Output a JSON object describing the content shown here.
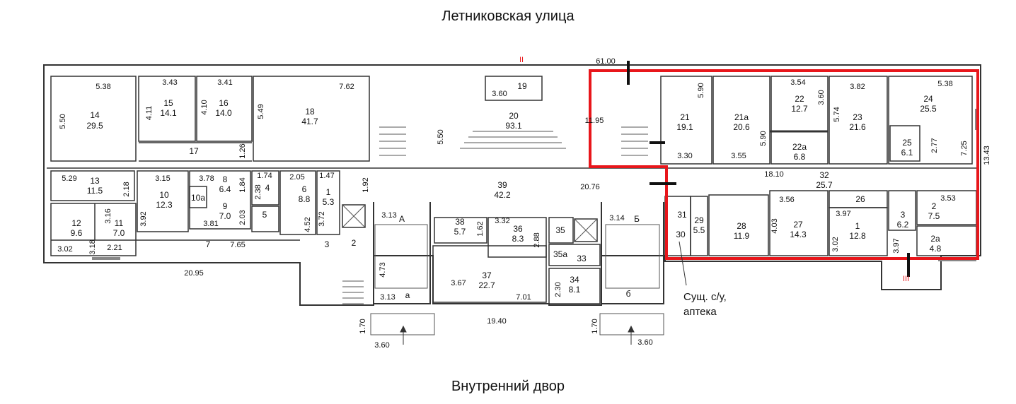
{
  "street_top": "Летниковская улица",
  "street_bottom": "Внутренний двор",
  "note": {
    "line1": "Сущ. с/у,",
    "line2": "аптека"
  },
  "rooms": {
    "r14": [
      "14",
      "29.5"
    ],
    "r15": [
      "15",
      "14.1"
    ],
    "r16": [
      "16",
      "14.0"
    ],
    "r18": [
      "18",
      "41.7"
    ],
    "r19": [
      "19"
    ],
    "r20": [
      "20",
      "93.1"
    ],
    "r21": [
      "21",
      "19.1"
    ],
    "r21a": [
      "21а",
      "20.6"
    ],
    "r22": [
      "22",
      "12.7"
    ],
    "r22a": [
      "22а",
      "6.8"
    ],
    "r23": [
      "23",
      "21.6"
    ],
    "r24": [
      "24",
      "25.5"
    ],
    "r25": [
      "25",
      "6.1"
    ],
    "r13": [
      "13",
      "11.5"
    ],
    "r10": [
      "10",
      "12.3"
    ],
    "r10a": [
      "10а"
    ],
    "r8": [
      "8",
      "6.4"
    ],
    "r9": [
      "9",
      "7.0"
    ],
    "r4": [
      "4"
    ],
    "r5": [
      "5"
    ],
    "r6": [
      "6",
      "8.8"
    ],
    "r1l": [
      "1",
      "5.3"
    ],
    "r12": [
      "12",
      "9.6"
    ],
    "r11": [
      "11",
      "7.0"
    ],
    "r7": [
      "7"
    ],
    "r3": [
      "3"
    ],
    "r2l": [
      "2"
    ],
    "r17": [
      "17"
    ],
    "r39": [
      "39",
      "42.2"
    ],
    "r38": [
      "38",
      "5.7"
    ],
    "r36": [
      "36",
      "8.3"
    ],
    "r37": [
      "37",
      "22.7"
    ],
    "r35": [
      "35"
    ],
    "r35a": [
      "35а"
    ],
    "r33": [
      "33"
    ],
    "r34": [
      "34",
      "8.1"
    ],
    "r31": [
      "31"
    ],
    "r30": [
      "30"
    ],
    "r29": [
      "29",
      "5.5"
    ],
    "r28": [
      "28",
      "11.9"
    ],
    "r27": [
      "27",
      "14.3"
    ],
    "r1r": [
      "1",
      "12.8"
    ],
    "r32": [
      "32",
      "25.7"
    ],
    "r26": [
      "26"
    ],
    "r3r": [
      "3",
      "6.2"
    ],
    "r2r": [
      "2",
      "7.5"
    ],
    "r2a": [
      "2а",
      "4.8"
    ],
    "stairA": [
      "А"
    ],
    "stairA2": [
      "а"
    ],
    "stairB": [
      "Б"
    ],
    "stairB2": [
      "б"
    ]
  },
  "dims": {
    "d1": "5.38",
    "d2": "5.50",
    "d3": "3.43",
    "d4": "4.11",
    "d5": "3.41",
    "d6": "4.10",
    "d7": "5.49",
    "d8": "7.62",
    "d9": "1.26",
    "d10": "3.60",
    "d11": "5.50",
    "d12": "61.00",
    "d13": "11.95",
    "d14": "5.90",
    "d15": "3.54",
    "d16": "3.60",
    "d17": "3.82",
    "d18": "5.38",
    "d19": "5.74",
    "d20": "5.90",
    "d21": "3.30",
    "d22": "3.55",
    "d23": "2.77",
    "d24": "7.25",
    "d25": "13.43",
    "d26": "18.10",
    "d27": "5.29",
    "d28": "2.18",
    "d29": "3.15",
    "d30": "3.78",
    "d31": "1.84",
    "d32": "1.74",
    "d33": "2.38",
    "d34": "2.05",
    "d35": "1.47",
    "d36": "1.92",
    "d37": "20.76",
    "d38": "3.16",
    "d39": "3.92",
    "d40": "3.81",
    "d41": "2.03",
    "d42": "3.72",
    "d43": "4.52",
    "d44": "3.02",
    "d45": "3.18",
    "d46": "2.21",
    "d47": "7.65",
    "d48": "20.95",
    "d49": "3.13",
    "d50": "4.73",
    "d51": "3.13",
    "d52": "1.62",
    "d53": "3.32",
    "d54": "2.88",
    "d55": "3.67",
    "d56": "7.01",
    "d57": "2.30",
    "d58": "19.40",
    "d59": "3.14",
    "d60": "1.70",
    "d61": "3.60",
    "d62": "1.70",
    "d63": "3.60",
    "d64": "3.56",
    "d65": "4.03",
    "d66": "3.97",
    "d67": "3.02",
    "d68": "3.53",
    "d69": "3.97"
  },
  "marks": {
    "axis_top": "II",
    "axis_right": "III"
  },
  "colors": {
    "wall": "#333333",
    "highlight": "#e8161b",
    "hatch": "#888888",
    "thin": "#555555"
  }
}
